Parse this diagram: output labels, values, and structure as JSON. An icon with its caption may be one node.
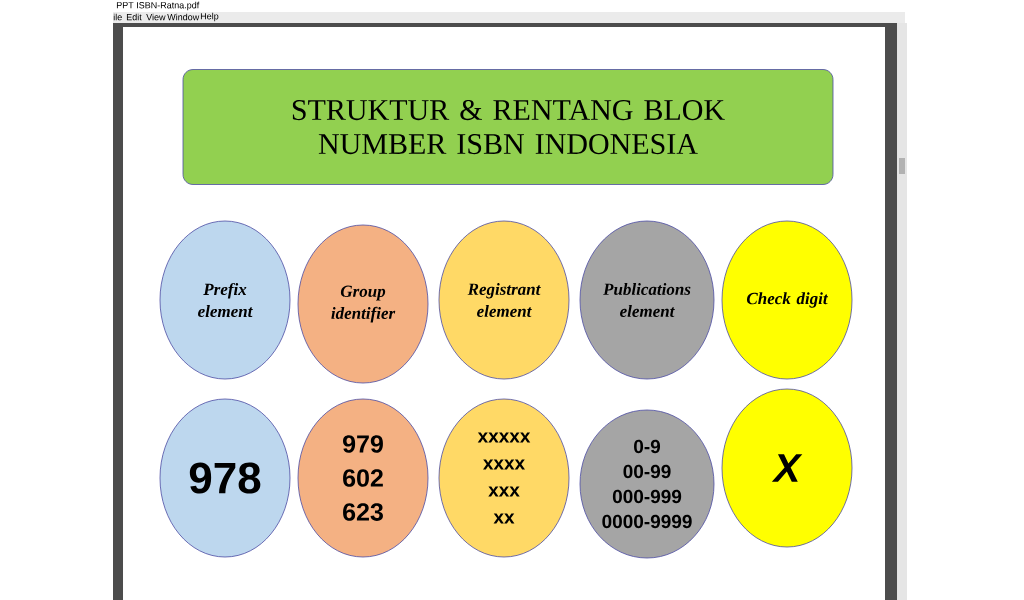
{
  "diagram": {
    "nodes": [
      {
        "text": [
          "STRUKTUR & RENTANG BLOK NUMBER ISBN INDONESIA"
        ]
      },
      {
        "text": [
          "Prefix element"
        ]
      },
      {
        "text": [
          "Group identifier"
        ]
      },
      {
        "text": [
          "Registrant element"
        ]
      },
      {
        "text": [
          "Publications element"
        ]
      },
      {
        "text": [
          "Check digit"
        ]
      },
      {
        "text": [
          "978"
        ]
      },
      {
        "text": [
          "979",
          "602",
          "623"
        ]
      },
      {
        "text": [
          "xxxxx",
          "xxxx",
          "xxx",
          "xx"
        ]
      },
      {
        "text": [
          "0-9",
          "00-99",
          "000-999",
          "0000-9999"
        ]
      },
      {
        "text": [
          "X"
        ]
      }
    ],
    "labels": [
      "PPT ISBN-Ratna.pdf",
      "ile",
      "Edit",
      "View",
      "Window",
      "Help"
    ]
  }
}
